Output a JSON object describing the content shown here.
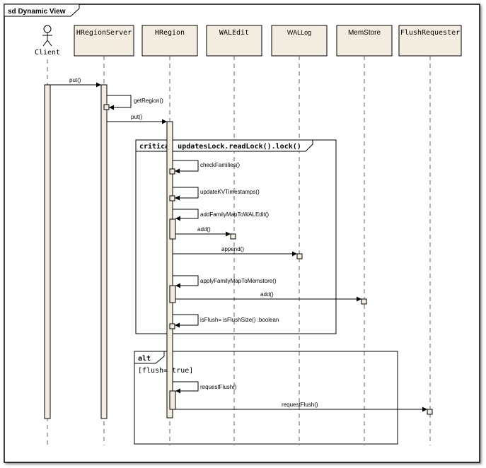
{
  "frame": {
    "title": "sd Dynamic View"
  },
  "actor": {
    "name": "Client"
  },
  "lifelines": [
    {
      "key": "hregionserver",
      "label": "HRegionServer"
    },
    {
      "key": "hregion",
      "label": "HRegion"
    },
    {
      "key": "waledit",
      "label": "WALEdit"
    },
    {
      "key": "wallog",
      "label": "WALLog"
    },
    {
      "key": "memstore",
      "label": "MemStore"
    },
    {
      "key": "flushrequester",
      "label": "FlushRequester"
    }
  ],
  "messages": [
    {
      "label": "put()"
    },
    {
      "label": "getRegion()"
    },
    {
      "label": "put()"
    },
    {
      "label": "checkFamilies()"
    },
    {
      "label": "updateKVTimestamps()"
    },
    {
      "label": "addFamilyMapToWALEdit()"
    },
    {
      "label": "add()"
    },
    {
      "label": "append()"
    },
    {
      "label": "applyFamilyMapToMemstore()"
    },
    {
      "label": "add()"
    },
    {
      "label": "isFlush= isFlushSize() :boolean"
    },
    {
      "label": "requestFlush()"
    },
    {
      "label": "requestFlush()"
    }
  ],
  "fragments": {
    "critical": {
      "operator": "critical updatesLock.readLock().lock()"
    },
    "alt": {
      "operator": "alt",
      "guard": "[flush==true]"
    }
  },
  "colors": {
    "activation_fill": "#f3ece0",
    "box_fill": "#f3ece0",
    "line": "#000000",
    "lifeline": "#666666"
  }
}
